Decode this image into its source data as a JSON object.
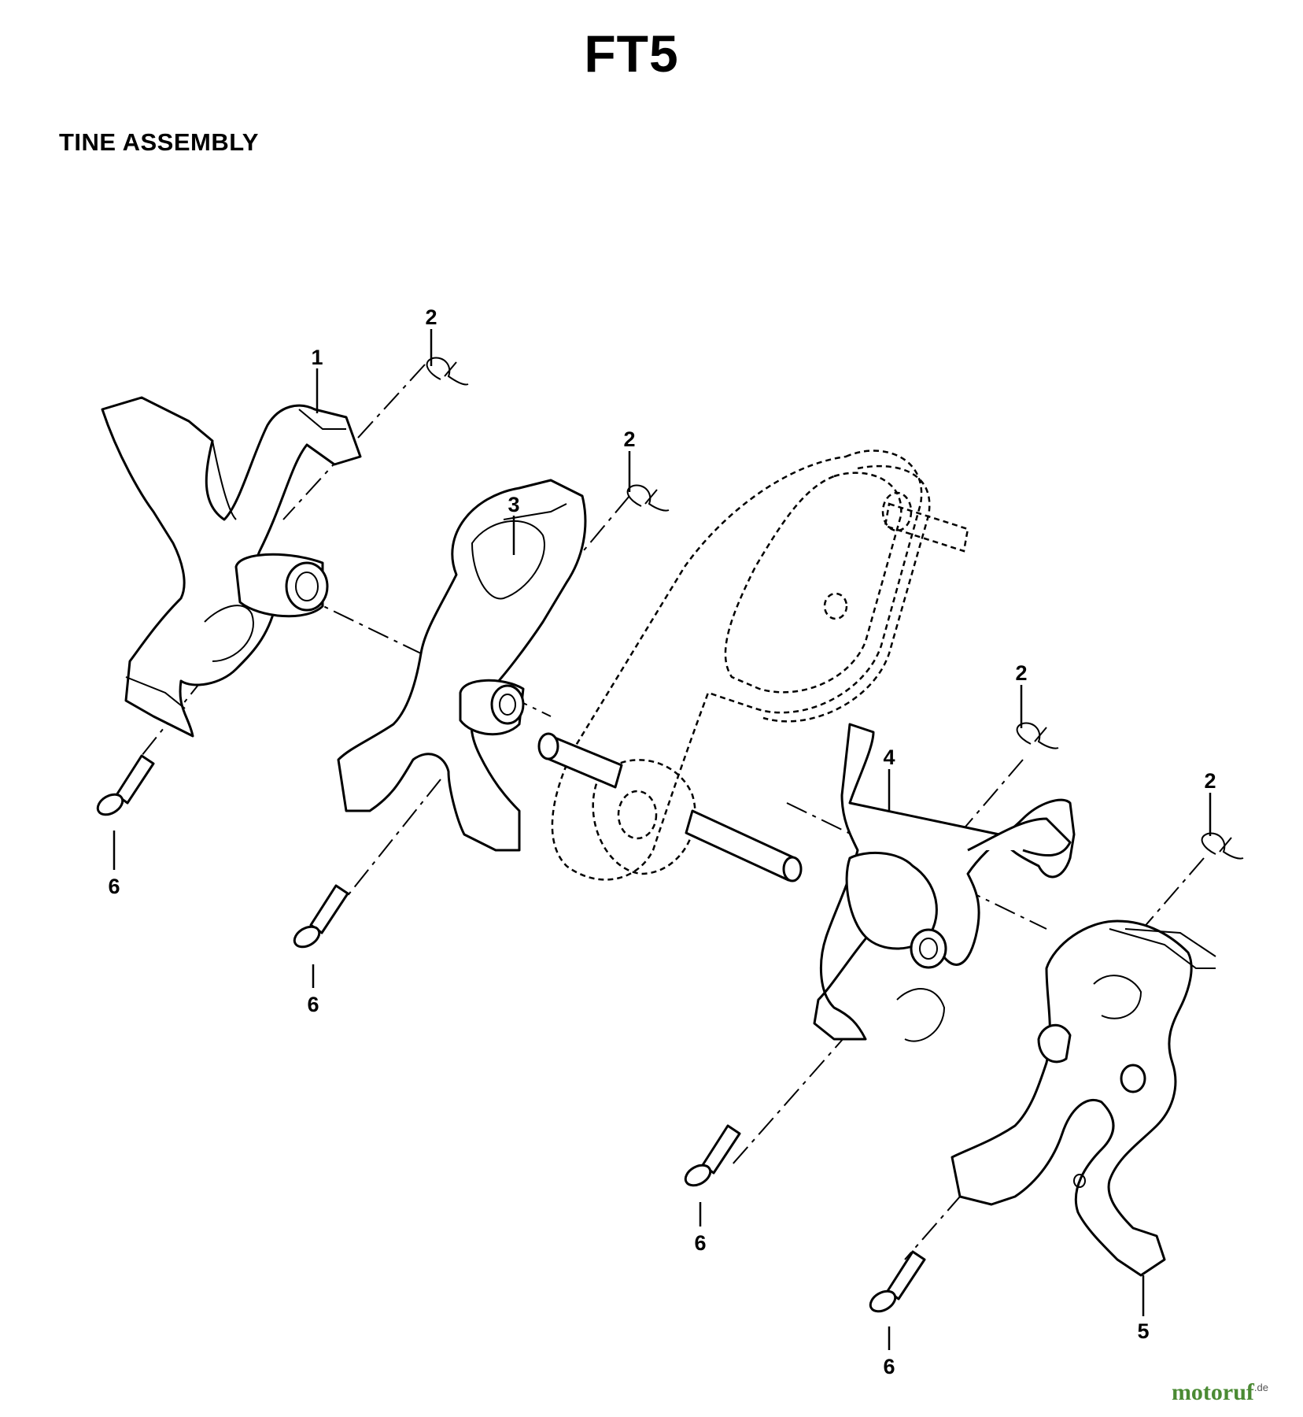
{
  "header": {
    "title": "FT5",
    "subtitle": "TINE ASSEMBLY"
  },
  "callouts": {
    "c1": "1",
    "c2a": "2",
    "c2b": "2",
    "c2c": "2",
    "c2d": "2",
    "c3": "3",
    "c4": "4",
    "c5": "5",
    "c6a": "6",
    "c6b": "6",
    "c6c": "6",
    "c6d": "6"
  },
  "watermark": {
    "text": "motoruf",
    "suffix": ".de"
  }
}
